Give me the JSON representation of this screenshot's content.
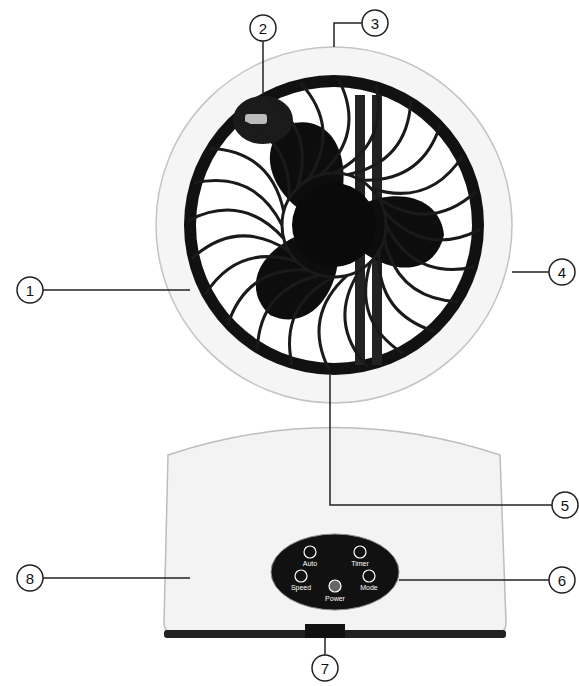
{
  "diagram": {
    "labels": [
      "1",
      "2",
      "3",
      "4",
      "5",
      "6",
      "7",
      "8",
      "Auto",
      "Timer",
      "Speed",
      "Mode",
      "Power"
    ]
  }
}
